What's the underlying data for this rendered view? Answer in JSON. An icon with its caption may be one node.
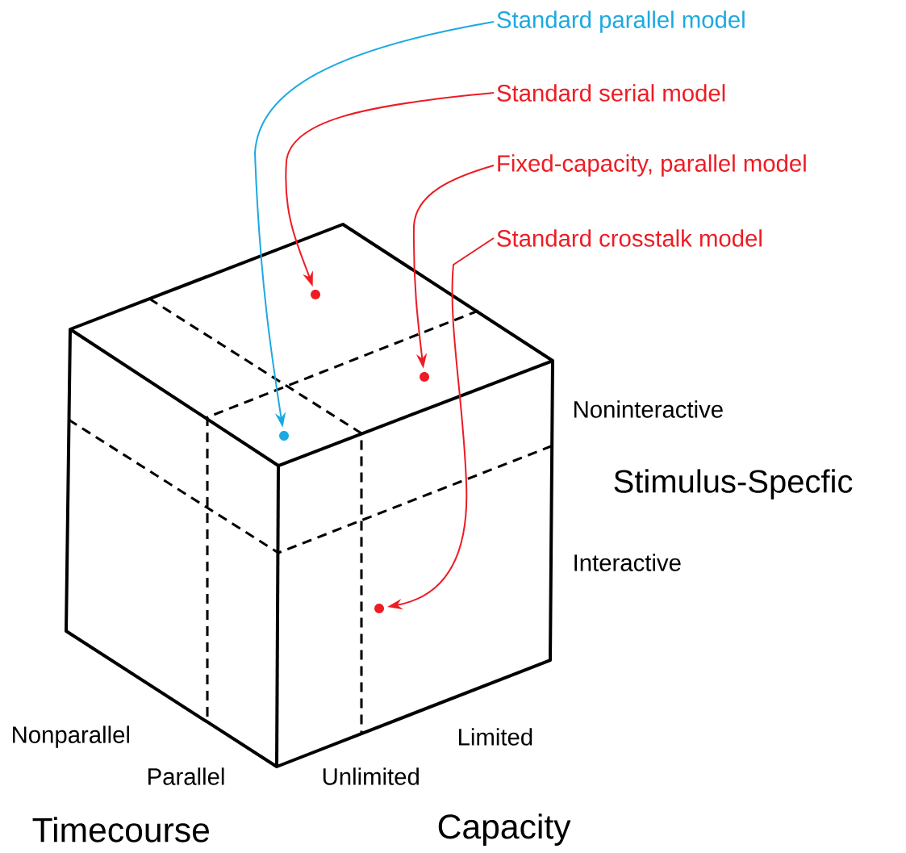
{
  "diagram": {
    "nodes": [
      {
        "text": [
          "Standard parallel model"
        ]
      },
      {
        "text": [
          "Standard serial model"
        ]
      },
      {
        "text": [
          "Fixed-capacity, parallel model"
        ]
      },
      {
        "text": [
          "Standard crosstalk model"
        ]
      },
      {
        "text": [],
        "shape": "circle"
      },
      {
        "text": [],
        "shape": "circle"
      },
      {
        "text": [],
        "shape": "circle"
      },
      {
        "text": [],
        "shape": "circle"
      }
    ],
    "edges": [
      {
        "from": 0,
        "to": 6,
        "arrow": "to",
        "color": "#1ba9e1"
      },
      {
        "from": 1,
        "to": 4,
        "arrow": "to"
      },
      {
        "from": 2,
        "to": 5,
        "arrow": "to"
      },
      {
        "from": 3,
        "to": 7,
        "arrow": "to"
      }
    ],
    "labels": [
      "Noninteractive",
      "Stimulus-Specfic",
      "Interactive",
      "Nonparallel",
      "Parallel",
      "Unlimited",
      "Limited",
      "Timecourse",
      "Capacity"
    ]
  }
}
